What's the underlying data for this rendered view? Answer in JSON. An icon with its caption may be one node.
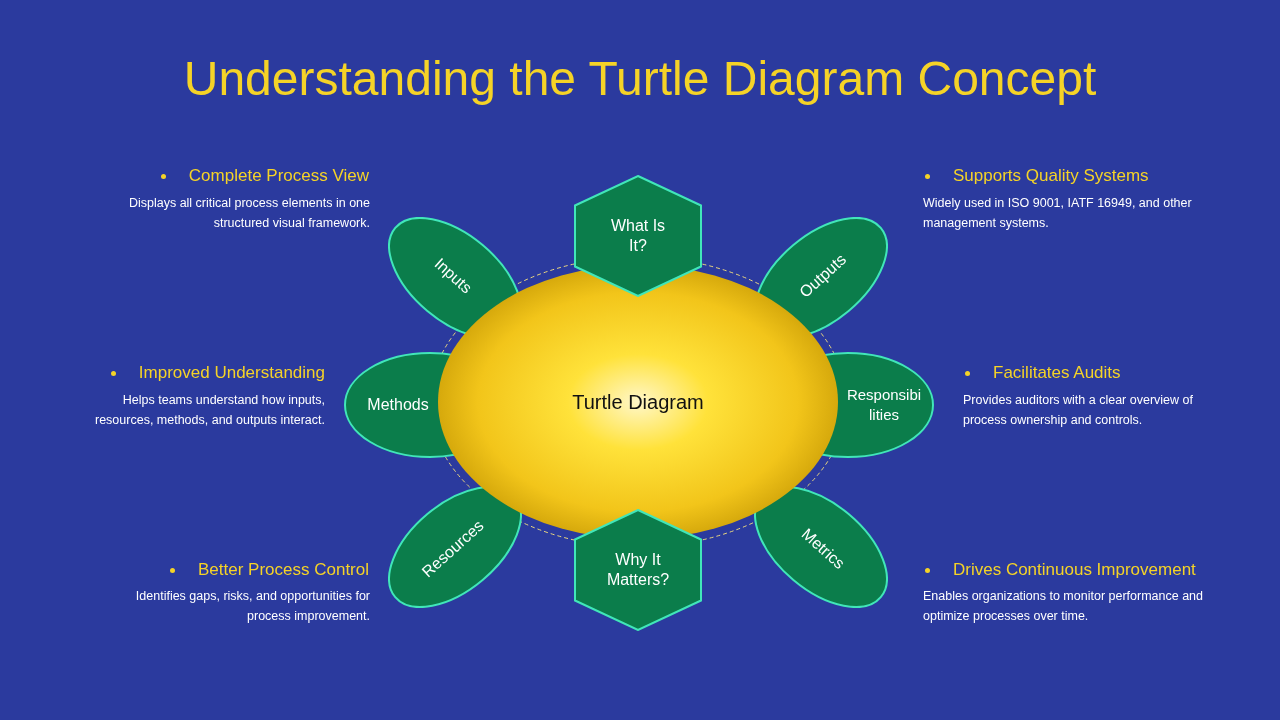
{
  "diagram": {
    "title": "Understanding the Turtle Diagram Concept",
    "nodes": [
      {
        "text": [
          "What Is It?"
        ]
      },
      {
        "text": [
          "Inputs"
        ]
      },
      {
        "text": [
          "Outputs"
        ]
      },
      {
        "text": [
          "Methods"
        ]
      },
      {
        "text": [
          "Turtle Diagram"
        ]
      },
      {
        "text": [
          "Responsibilities"
        ]
      },
      {
        "text": [
          "Resources"
        ]
      },
      {
        "text": [
          "Why It Matters?"
        ]
      },
      {
        "text": [
          "Metrics"
        ]
      }
    ],
    "labels": [
      "Complete Process View",
      "Displays all critical process elements in one structured visual framework.",
      "Supports Quality Systems",
      "Widely used in ISO 9001, IATF 16949, and other management systems.",
      "Improved Understanding",
      "Helps teams understand how inputs, resources, methods, and outputs interact.",
      "Facilitates Audits",
      "Provides auditors with a clear overview of process ownership and controls.",
      "Better Process Control",
      "Identifies gaps, risks, and opportunities for process improvement.",
      "Drives Continuous Improvement",
      "Enables organizations to monitor performance and optimize processes over time."
    ]
  }
}
